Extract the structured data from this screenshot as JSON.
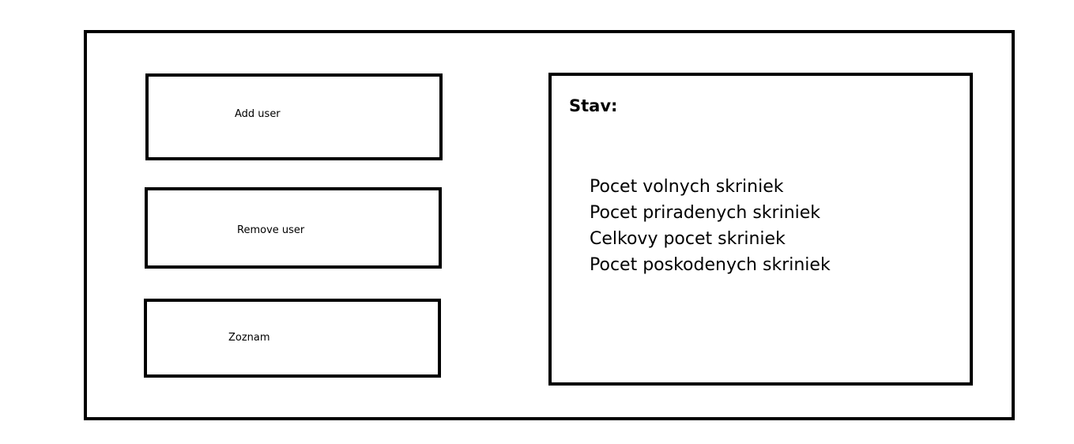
{
  "buttons": {
    "add_user": "Add user",
    "remove_user": "Remove user",
    "list": "Zoznam"
  },
  "status": {
    "title": "Stav:",
    "items": [
      "Pocet volnych skriniek",
      "Pocet priradenych skriniek",
      "Celkovy pocet skriniek",
      "Pocet poskodenych skriniek"
    ]
  }
}
